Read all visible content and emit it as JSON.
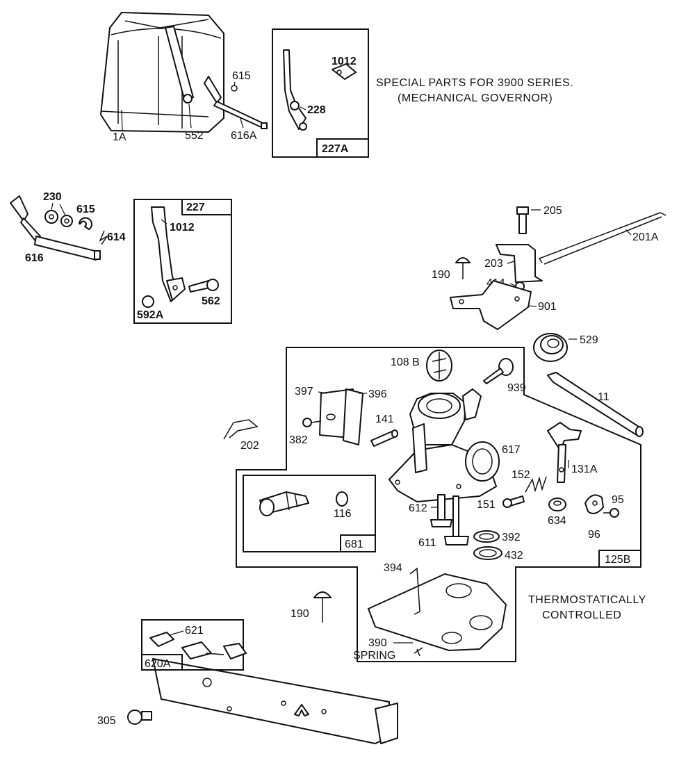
{
  "notes": {
    "special_line1": "SPECIAL PARTS FOR 3900 SERIES.",
    "special_line2": "(MECHANICAL GOVERNOR)",
    "thermo_line1": "THERMOSTATICALLY",
    "thermo_line2": "CONTROLLED"
  },
  "kits": {
    "k227A": "227A",
    "k227": "227",
    "k681": "681",
    "k125B": "125B",
    "k620A": "620A"
  },
  "labels": {
    "l1A": "1A",
    "l552": "552",
    "l615a": "615",
    "l616A": "616A",
    "l1012a": "1012",
    "l228": "228",
    "l230": "230",
    "l615b": "615",
    "l614": "614",
    "l616": "616",
    "l1012b": "1012",
    "l562": "562",
    "l592A": "592A",
    "l205": "205",
    "l201A": "201A",
    "l203": "203",
    "l190a": "190",
    "l414": "414",
    "l901": "901",
    "l529": "529",
    "l108B": "108 B",
    "l939": "939",
    "l397": "397",
    "l396": "396",
    "l11": "11",
    "l141": "141",
    "l382": "382",
    "l202": "202",
    "l617": "617",
    "l131A": "131A",
    "l152": "152",
    "l116": "116",
    "l612": "612",
    "l151": "151",
    "l95": "95",
    "l634": "634",
    "l96": "96",
    "l611": "611",
    "l392": "392",
    "l432": "432",
    "l394": "394",
    "l190b": "190",
    "l621": "621",
    "l390": "390",
    "lSpring": "SPRING",
    "l305": "305"
  }
}
